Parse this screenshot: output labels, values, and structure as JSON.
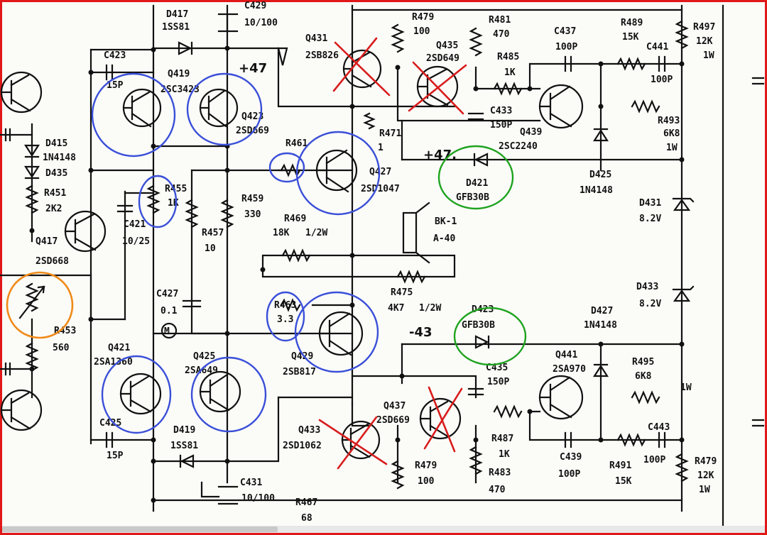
{
  "labels": {
    "d417": "D417",
    "d417_type": "1SS81",
    "c429": "C429",
    "c429_val": "10/100",
    "q431": "Q431",
    "q431_type": "2SB826",
    "r479": "R479",
    "r479_val": "100",
    "q435": "Q435",
    "q435_type": "2SD649",
    "r481": "R481",
    "r481_val": "470",
    "c437": "C437",
    "c437_val": "100P",
    "r489": "R489",
    "r489_val": "15K",
    "r497": "R497",
    "r497_val": "12K",
    "r497_w": "1W",
    "c441": "C441",
    "c441_val": "100P",
    "r485": "R485",
    "r485_val": "1K",
    "c423": "C423",
    "c423_val": "15P",
    "q419": "Q419",
    "q419_type": "2SC3423",
    "q423": "Q423",
    "q423_type": "2SD669",
    "c433": "C433",
    "c433_val": "150P",
    "q439": "Q439",
    "q439_type": "2SC2240",
    "r493": "R493",
    "r493_val": "6K8",
    "r493_w": "1W",
    "d415": "D415",
    "d415_type": "1N4148",
    "d435": "D435",
    "r461": "R461",
    "r471": "R471",
    "r471_val": "1",
    "q427": "Q427",
    "q427_type": "2SD1047",
    "d421": "D421",
    "d421_type": "GFB30B",
    "d425": "D425",
    "d425_type": "1N4148",
    "r451": "R451",
    "r451_val": "2K2",
    "r455": "R455",
    "r455_val": "1K",
    "c421": "C421",
    "c421_val": "10/25",
    "r459": "R459",
    "r459_val": "330",
    "bk1": "BK-1",
    "bk1_val": "A-40",
    "d431": "D431",
    "d431_val": "8.2V",
    "q417": "Q417",
    "q417_type": "2SD668",
    "r457": "R457",
    "r457_val": "10",
    "r469": "R469",
    "r469_val": "18K",
    "r469_w": "1/2W",
    "r475": "R475",
    "r475_val": "4K7",
    "r475_w": "1/2W",
    "c427": "C427",
    "c427_val": "0.1",
    "r463": "R463",
    "r463_val": "3.3",
    "d433": "D433",
    "d433_val": "8.2V",
    "d423": "D423",
    "d423_type": "GFB30B",
    "d427": "D427",
    "d427_type": "1N4148",
    "r453": "R453",
    "r453_val": "560",
    "q421": "Q421",
    "q421_type": "2SA1360",
    "q425": "Q425",
    "q425_type": "2SA649",
    "q429": "Q429",
    "q429_type": "2SB817",
    "c435": "C435",
    "c435_val": "150P",
    "q441": "Q441",
    "q441_type": "2SA970",
    "r495": "R495",
    "r495_val": "6K8",
    "r495_w": "1W",
    "q437": "Q437",
    "q437_type": "2SD669",
    "c425": "C425",
    "c425_val": "15P",
    "d419": "D419",
    "d419_type": "1SS81",
    "q433": "Q433",
    "q433_type": "2SD1062",
    "r487": "R487",
    "r487_val": "1K",
    "c439": "C439",
    "c439_val": "100P",
    "r491": "R491",
    "r491_val": "15K",
    "c443": "C443",
    "c443_val": "100P",
    "r479b": "R479",
    "r479b_val": "12K",
    "r479b_w": "1W",
    "r479c": "R479",
    "r479c_val": "100",
    "r483": "R483",
    "r483_val": "470",
    "c431": "C431",
    "c431_val": "10/100",
    "r467": "R467",
    "r467_val": "68",
    "meter": "M"
  },
  "handwriting": {
    "top_voltage": "+47",
    "mid_voltage": "+47.",
    "bottom_voltage": "-43"
  },
  "annotation_colors": {
    "blue": "#3a4fd8",
    "green": "#1ea31e",
    "orange": "#f08a18",
    "red": "#d81c1c"
  }
}
